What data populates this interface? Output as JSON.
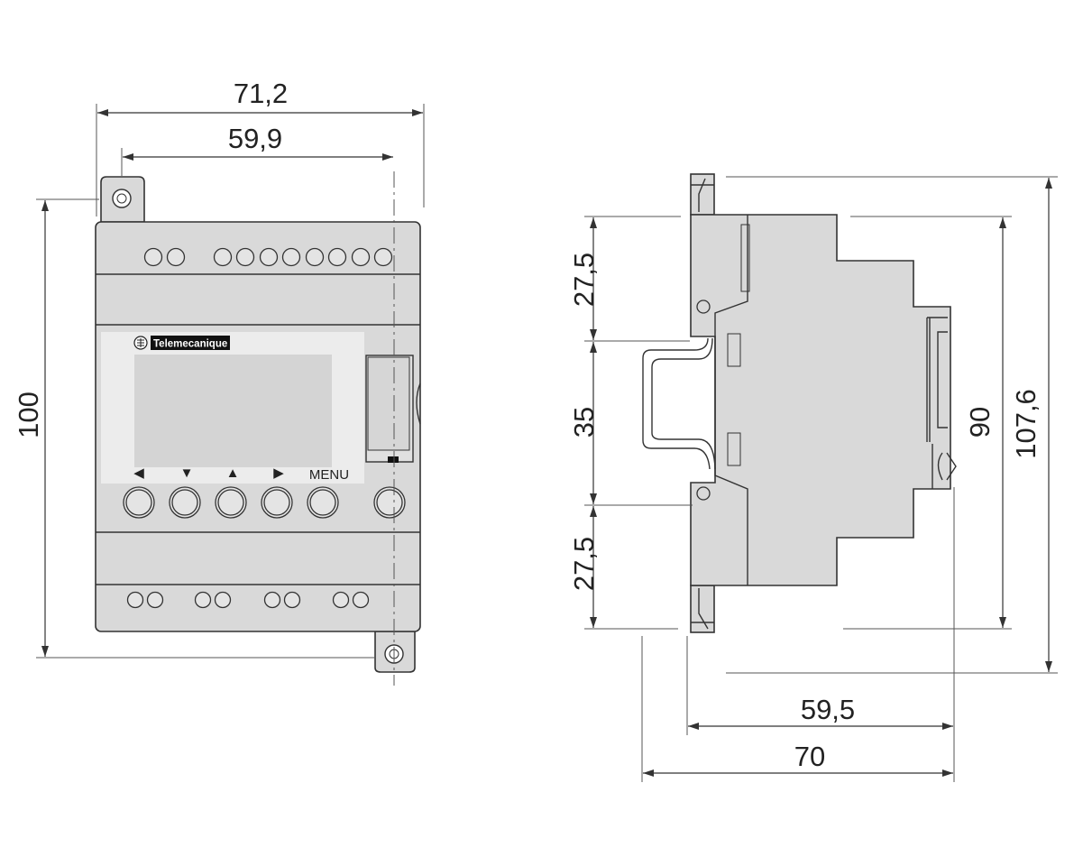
{
  "front_view": {
    "brand": "Telemecanique",
    "button_labels": [
      "◀",
      "▼",
      "▲",
      "▶",
      "MENU"
    ],
    "dimensions": {
      "overall_width": "71,2",
      "mounting_width": "59,9",
      "height": "100"
    }
  },
  "side_view": {
    "dimensions": {
      "upper_section": "27,5",
      "rail_section": "35",
      "lower_section": "27,5",
      "body_height": "90",
      "overall_height": "107,6",
      "body_depth": "59,5",
      "overall_depth": "70"
    }
  },
  "colors": {
    "housing": "#d9d9d9",
    "panel": "#ebebeb",
    "line": "#333333"
  }
}
